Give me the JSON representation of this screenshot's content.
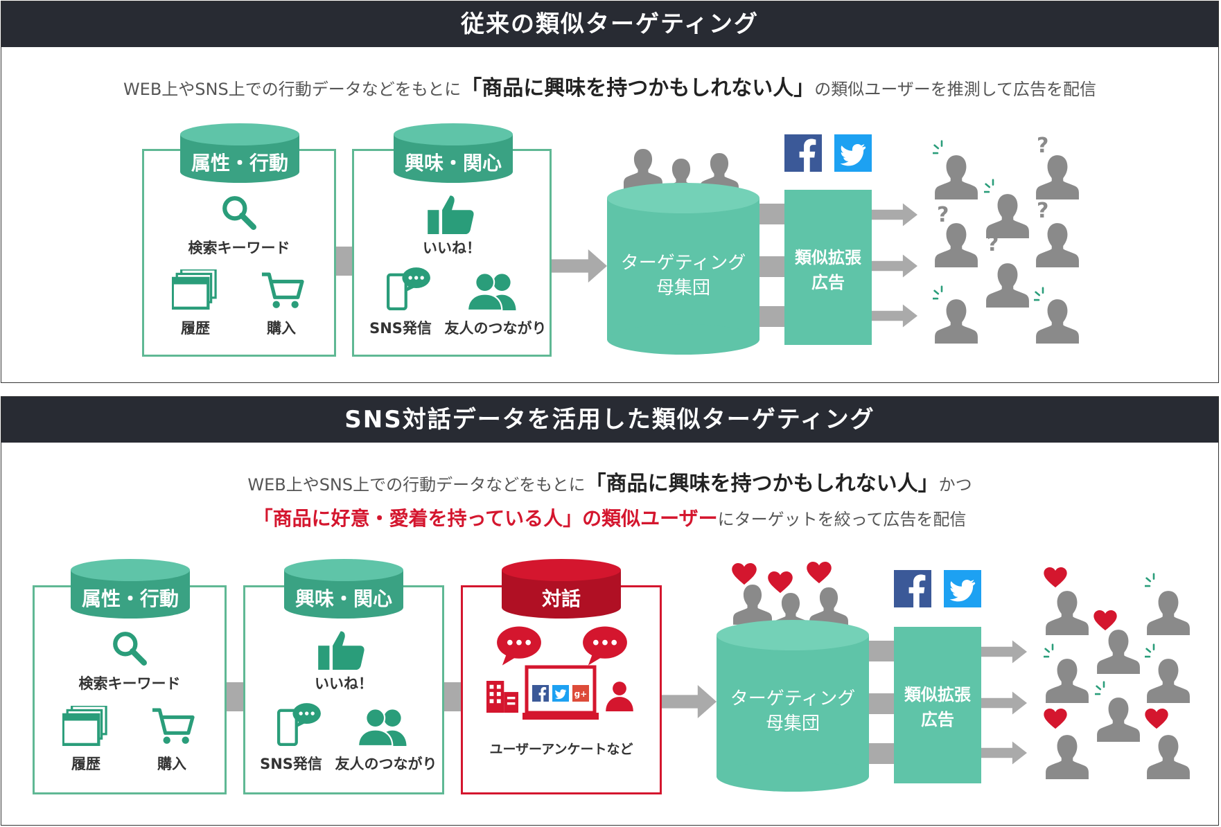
{
  "top": {
    "header": "従来の類似ターゲティング",
    "intro_pre": "WEB上やSNS上での行動データなどをもとに",
    "intro_em": "「商品に興味を持つかもしれない人」",
    "intro_post": "の類似ユーザーを推測して広告を配信"
  },
  "bottom": {
    "header": "SNS対話データを活用した類似ターゲティング",
    "intro1_pre": "WEB上やSNS上での行動データなどをもとに",
    "intro1_em": "「商品に興味を持つかもしれない人」",
    "intro1_post": "かつ",
    "intro2_red": "「商品に好意・愛着を持っている人」の類似ユーザー",
    "intro2_post": "にターゲットを絞って広告を配信"
  },
  "attr_box": {
    "title": "属性・行動",
    "search": "検索キーワード",
    "history": "履歴",
    "purchase": "購入"
  },
  "interest_box": {
    "title": "興味・関心",
    "like": "いいね！",
    "sns": "SNS発信",
    "friends": "友人のつながり"
  },
  "dialog_box": {
    "title": "対話",
    "caption": "ユーザーアンケートなど"
  },
  "population": {
    "line1": "ターゲティング",
    "line2": "母集団"
  },
  "ad_box": {
    "line1": "類似拡張",
    "line2": "広告"
  },
  "colors": {
    "green": "#5fc4a8",
    "green_border": "#5fb894",
    "red": "#d4162e",
    "gray": "#8a8a8a",
    "header": "#282b33",
    "facebook": "#3b5998",
    "twitter": "#1da1f2"
  },
  "icons": [
    "search-icon",
    "history-icon",
    "cart-icon",
    "thumbs-up-icon",
    "phone-chat-icon",
    "users-icon",
    "chat-bubble-icon",
    "building-icon",
    "laptop-icon",
    "person-icon",
    "facebook-icon",
    "twitter-icon",
    "googleplus-icon",
    "heart-icon",
    "question-icon",
    "person-silhouette-icon"
  ]
}
